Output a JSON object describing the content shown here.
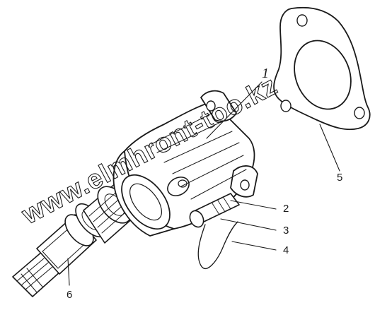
{
  "diagram": {
    "callouts": [
      {
        "id": "1",
        "label": "1"
      },
      {
        "id": "2",
        "label": "2"
      },
      {
        "id": "3",
        "label": "3"
      },
      {
        "id": "4",
        "label": "4"
      },
      {
        "id": "5",
        "label": "5"
      },
      {
        "id": "6",
        "label": "6"
      }
    ],
    "watermark": "www.elmhront-too.kz",
    "colors": {
      "ink": "#1a1a1a",
      "paper": "#ffffff"
    }
  }
}
